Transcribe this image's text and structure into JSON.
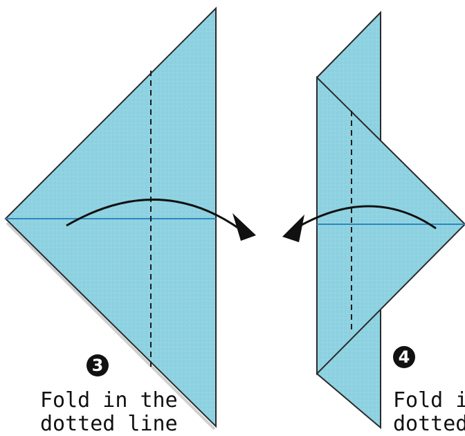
{
  "steps": [
    {
      "number": "3",
      "line1": "Fold in the",
      "line2": "dotted line"
    },
    {
      "number": "4",
      "line1": "Fold in the",
      "line2": "dotted line"
    }
  ],
  "colors": {
    "paper": "#8fd3e2",
    "paper_edge": "#2a2a2a",
    "crease": "#2e86c1",
    "fold_line": "#1a1a1a",
    "arrow": "#111111"
  }
}
